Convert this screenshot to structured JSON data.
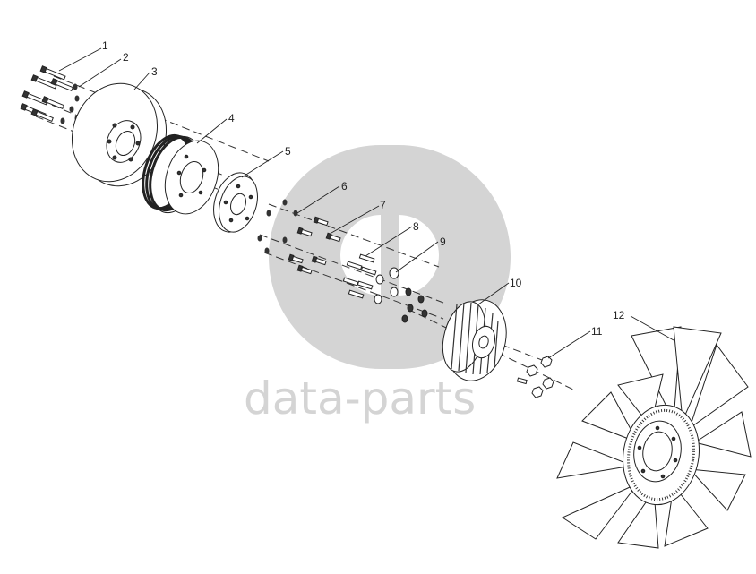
{
  "watermark": {
    "text": "data-parts"
  },
  "parts": [
    {
      "number": "1"
    },
    {
      "number": "2"
    },
    {
      "number": "3"
    },
    {
      "number": "4"
    },
    {
      "number": "5"
    },
    {
      "number": "6"
    },
    {
      "number": "7"
    },
    {
      "number": "8"
    },
    {
      "number": "9"
    },
    {
      "number": "10"
    },
    {
      "number": "11"
    },
    {
      "number": "12"
    }
  ],
  "colors": {
    "line": "#222222",
    "watermark": "#d4d4d4",
    "background": "#ffffff"
  }
}
